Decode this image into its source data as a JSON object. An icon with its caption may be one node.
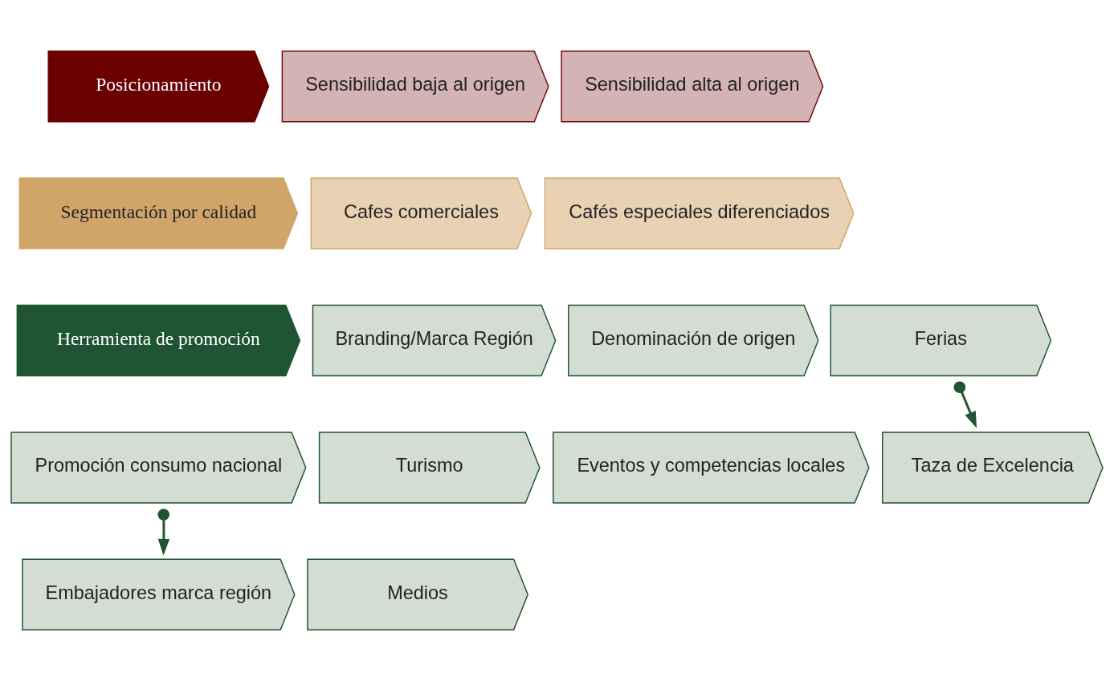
{
  "diagram": {
    "nodes": [
      {
        "text": [
          "Posicionamiento"
        ]
      },
      {
        "text": [
          "Sensibilidad baja al origen"
        ]
      },
      {
        "text": [
          "Sensibilidad alta al origen"
        ]
      },
      {
        "text": [
          "Segmentación por calidad"
        ]
      },
      {
        "text": [
          "Cafes comerciales"
        ]
      },
      {
        "text": [
          "Cafés especiales diferenciados"
        ]
      },
      {
        "text": [
          "Herramienta de promoción"
        ]
      },
      {
        "text": [
          "Branding/Marca Región"
        ]
      },
      {
        "text": [
          "Denominación de origen"
        ]
      },
      {
        "text": [
          "Ferias"
        ]
      },
      {
        "text": [
          "Promoción consumo nacional"
        ]
      },
      {
        "text": [
          "Turismo"
        ]
      },
      {
        "text": [
          "Eventos y competencias locales"
        ]
      },
      {
        "text": [
          "Taza de Excelencia"
        ]
      },
      {
        "text": [
          "Embajadores marca región"
        ]
      },
      {
        "text": [
          "Medios"
        ]
      }
    ],
    "edges": [
      {
        "from": 9,
        "to": 13,
        "arrow": "to"
      },
      {
        "from": 10,
        "to": 14,
        "arrow": "to"
      }
    ]
  }
}
